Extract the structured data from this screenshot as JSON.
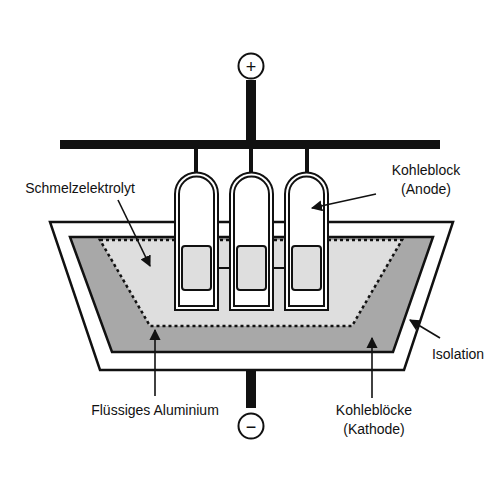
{
  "diagram": {
    "nodes": [
      {
        "text": [
          "+"
        ]
      },
      {
        "text": [
          "−"
        ]
      }
    ],
    "labels": [
      "Schmelzelektrolyt",
      "Kohleblock (Anode)",
      "Isolation",
      "Flüssiges Aluminium",
      "Kohleblöcke (Kathode)"
    ]
  }
}
